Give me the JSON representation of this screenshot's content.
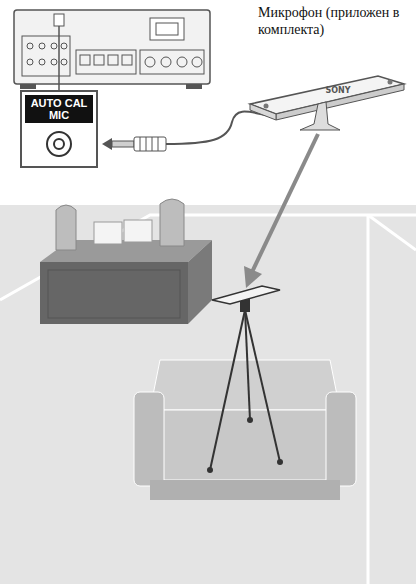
{
  "diagram": {
    "nodes": [
      {
        "text": [
          "AUTO CAL MIC"
        ]
      }
    ],
    "labels": [
      "Микрофон (приложен в комплекта)",
      "SONY"
    ]
  }
}
